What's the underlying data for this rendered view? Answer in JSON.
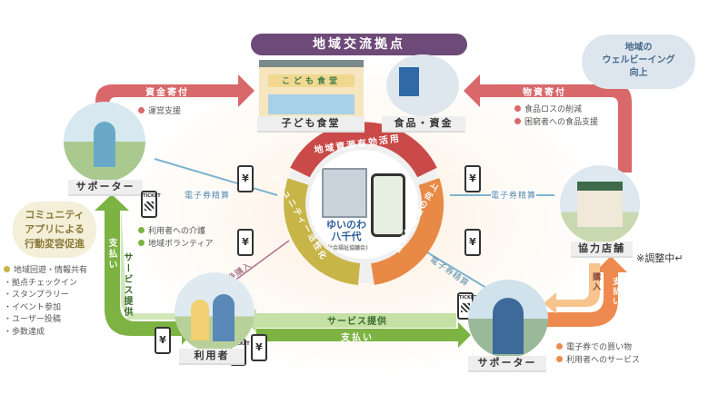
{
  "title": "地域交流拠点",
  "hub": {
    "kodomo_label": "子ども食堂",
    "kodomo_sign": "こども食堂",
    "food_label": "食品・資金"
  },
  "arrows": {
    "fund_donation": "資金寄付",
    "goods_donation": "物資寄付",
    "service_left": "サービス提供",
    "pay_left": "支払い",
    "service_bottom": "サービス提供",
    "pay_bottom": "支払い",
    "purchase_right": "購入",
    "pay_right": "支払い"
  },
  "lines": {
    "settle_left": "電子券精算",
    "settle_right": "電子券精算",
    "buy_ticket": "電子券購入",
    "settle_bottom": "電子券精算"
  },
  "bullets": {
    "fund": [
      "運営支援"
    ],
    "goods": [
      "食品ロスの削減",
      "困窮者への食品支援"
    ],
    "supporter_top": [
      "利用者への介護",
      "地域ボランティア"
    ],
    "supporter_bottom": [
      "電子券での買い物",
      "利用者へのサービス"
    ],
    "community_head": "地域回遊・情報共有",
    "community_items": [
      "・拠点チェックイン",
      "・スタンプラリー",
      "・イベント参加",
      "・ユーザー投稿",
      "・歩数達成"
    ]
  },
  "cloud": [
    "地域の",
    "ウェルビーイング",
    "向上"
  ],
  "bubble": [
    "コミュニティ",
    "アプリによる",
    "行動変容促進"
  ],
  "actors": {
    "supporter_top": "サポーター",
    "shop": "協力店舗",
    "users": "利用者",
    "supporter_bottom": "サポーター"
  },
  "note": "※調整中↵",
  "center": {
    "ring": [
      "地域資源有効活用",
      "経済的循環の向上",
      "コミュニティー活性化"
    ],
    "org_name": [
      "ゆいのわ",
      "八千代"
    ],
    "org_sub": "(社会福祉協議会)"
  },
  "phone": {
    "yen": "¥",
    "ticket": "TICKET"
  },
  "colors": {
    "red": "#d9686a",
    "green": "#7cb342",
    "light_green": "#c5e1a5",
    "orange": "#ee8a4f",
    "light_orange": "#f7c48e",
    "purple": "#6e4a78",
    "blue": "#7fb3d0"
  }
}
